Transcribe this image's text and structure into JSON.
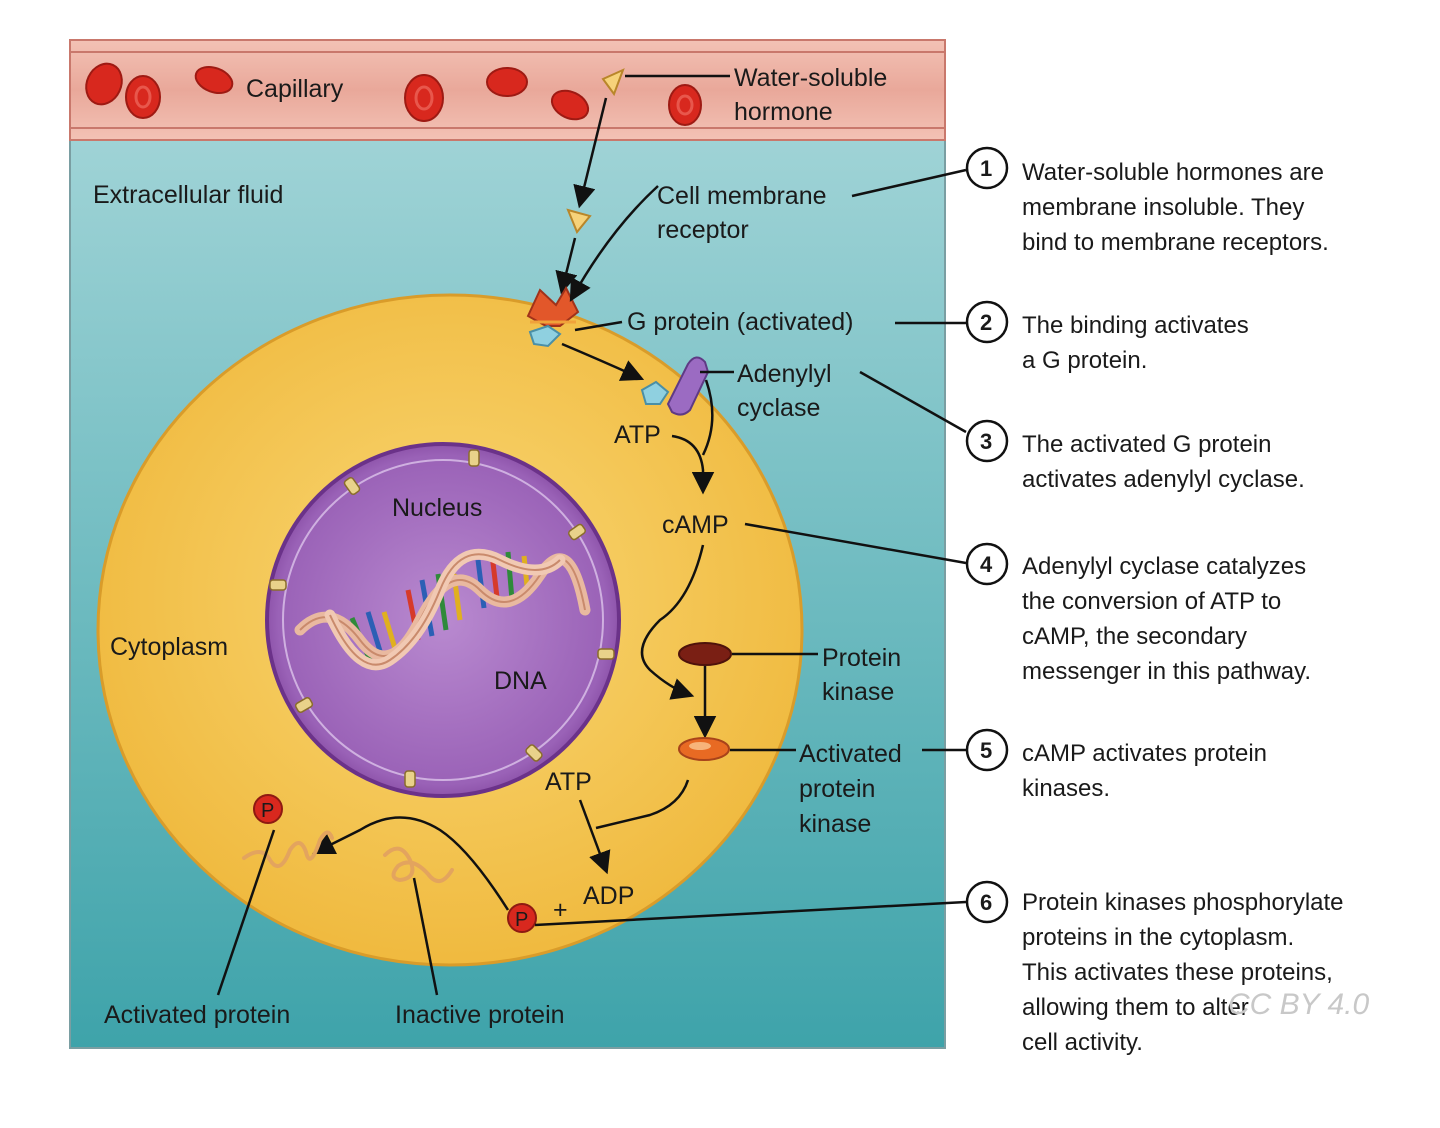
{
  "colors": {
    "capillary": "#e9a89a",
    "extracellular": "#5fb7bd",
    "cytoplasm": "#f2c04a",
    "nucleus": "#8e4fa8",
    "blood_cell": "#d8281e"
  },
  "labels": {
    "capillary": "Capillary",
    "hormone_1": "Water-soluble",
    "hormone_2": "hormone",
    "extracellular": "Extracellular fluid",
    "receptor_1": "Cell membrane",
    "receptor_2": "receptor",
    "g_protein": "G protein (activated)",
    "adenylyl_1": "Adenylyl",
    "adenylyl_2": "cyclase",
    "atp_top": "ATP",
    "camp": "cAMP",
    "nucleus": "Nucleus",
    "dna": "DNA",
    "cytoplasm": "Cytoplasm",
    "protein_kinase_1": "Protein",
    "protein_kinase_2": "kinase",
    "activated_pk_1": "Activated",
    "activated_pk_2": "protein",
    "activated_pk_3": "kinase",
    "atp_bottom": "ATP",
    "adp": "ADP",
    "plus": "+",
    "phosphate": "P",
    "activated_protein": "Activated protein",
    "inactive_protein": "Inactive protein"
  },
  "steps": [
    {
      "num": "1",
      "lines": [
        "Water-soluble hormones are",
        "membrane insoluble. They",
        "bind to membrane receptors."
      ]
    },
    {
      "num": "2",
      "lines": [
        "The binding activates",
        "a G protein."
      ]
    },
    {
      "num": "3",
      "lines": [
        "The activated G protein",
        "activates adenylyl cyclase."
      ]
    },
    {
      "num": "4",
      "lines": [
        "Adenylyl cyclase catalyzes",
        "the conversion of ATP to",
        "cAMP, the secondary",
        "messenger in this pathway."
      ]
    },
    {
      "num": "5",
      "lines": [
        "cAMP activates protein",
        "kinases."
      ]
    },
    {
      "num": "6",
      "lines": [
        "Protein kinases phosphorylate",
        "proteins in the cytoplasm.",
        "This activates these proteins,",
        "allowing them to alter",
        "cell activity."
      ]
    }
  ],
  "watermark": "CC BY 4.0"
}
